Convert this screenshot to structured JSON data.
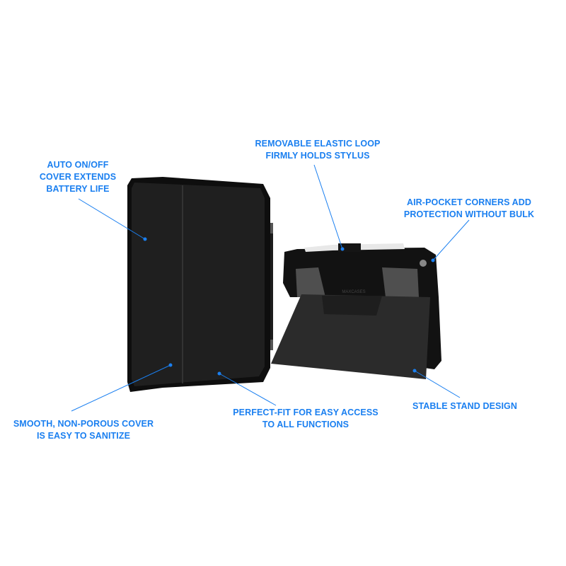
{
  "accent_color": "#1a7ff0",
  "callouts": {
    "auto_cover": {
      "lines": [
        "AUTO ON/OFF",
        "COVER EXTENDS",
        "BATTERY LIFE"
      ]
    },
    "smooth_cover": {
      "lines": [
        "SMOOTH, NON-POROUS COVER",
        "IS EASY TO SANITIZE"
      ]
    },
    "perfect_fit": {
      "lines": [
        "PERFECT-FIT FOR EASY ACCESS",
        "TO ALL FUNCTIONS"
      ]
    },
    "elastic_loop": {
      "lines": [
        "REMOVABLE ELASTIC LOOP",
        "FIRMLY HOLDS STYLUS"
      ]
    },
    "air_pocket": {
      "lines": [
        "AIR-POCKET CORNERS ADD",
        "PROTECTION WITHOUT BULK"
      ]
    },
    "stand": {
      "lines": [
        "STABLE STAND DESIGN"
      ]
    }
  },
  "logo_text": "MAXCASES"
}
